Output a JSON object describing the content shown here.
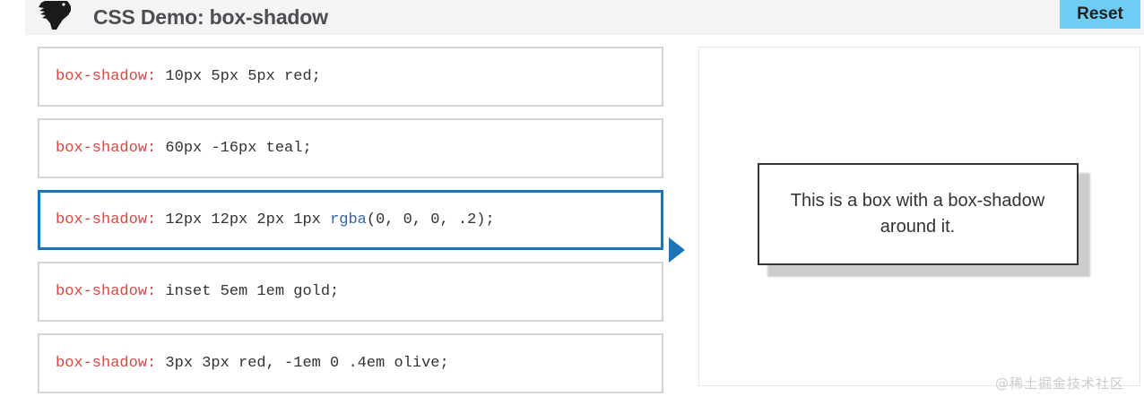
{
  "header": {
    "logo_name": "mdn-dino-logo",
    "title": "CSS Demo: box-shadow",
    "reset_label": "Reset",
    "reset_bg_color": "#6fcdf4",
    "background_color": "#f4f4f4",
    "title_color": "#4d4e53"
  },
  "choices": [
    {
      "property": "box-shadow:",
      "value": " 10px 5px 5px red;",
      "selected": false
    },
    {
      "property": "box-shadow:",
      "value": " 60px -16px teal;",
      "selected": false
    },
    {
      "property": "box-shadow:",
      "value_pre": " 12px 12px 2px 1px ",
      "func": "rgba",
      "value_post": "(0, 0, 0, .2);",
      "selected": true
    },
    {
      "property": "box-shadow:",
      "value": " inset 5em 1em gold;",
      "selected": false
    },
    {
      "property": "box-shadow:",
      "value": " 3px 3px red, -1em 0 .4em olive;",
      "selected": false
    }
  ],
  "colors": {
    "property_red": "#d14b46",
    "function_blue": "#3465a4",
    "selected_border_blue": "#1b75bb",
    "unselected_border_gray": "#d4d4d4",
    "arrow_blue": "#1b75bb"
  },
  "output": {
    "demo_text": "This is a box with a box-shadow around it.",
    "applied_shadow": "12px 12px 2px 1px rgba(0, 0, 0, .2)",
    "border": "2px solid #333333"
  },
  "watermark": {
    "text": "@稀土掘金技术社区"
  }
}
